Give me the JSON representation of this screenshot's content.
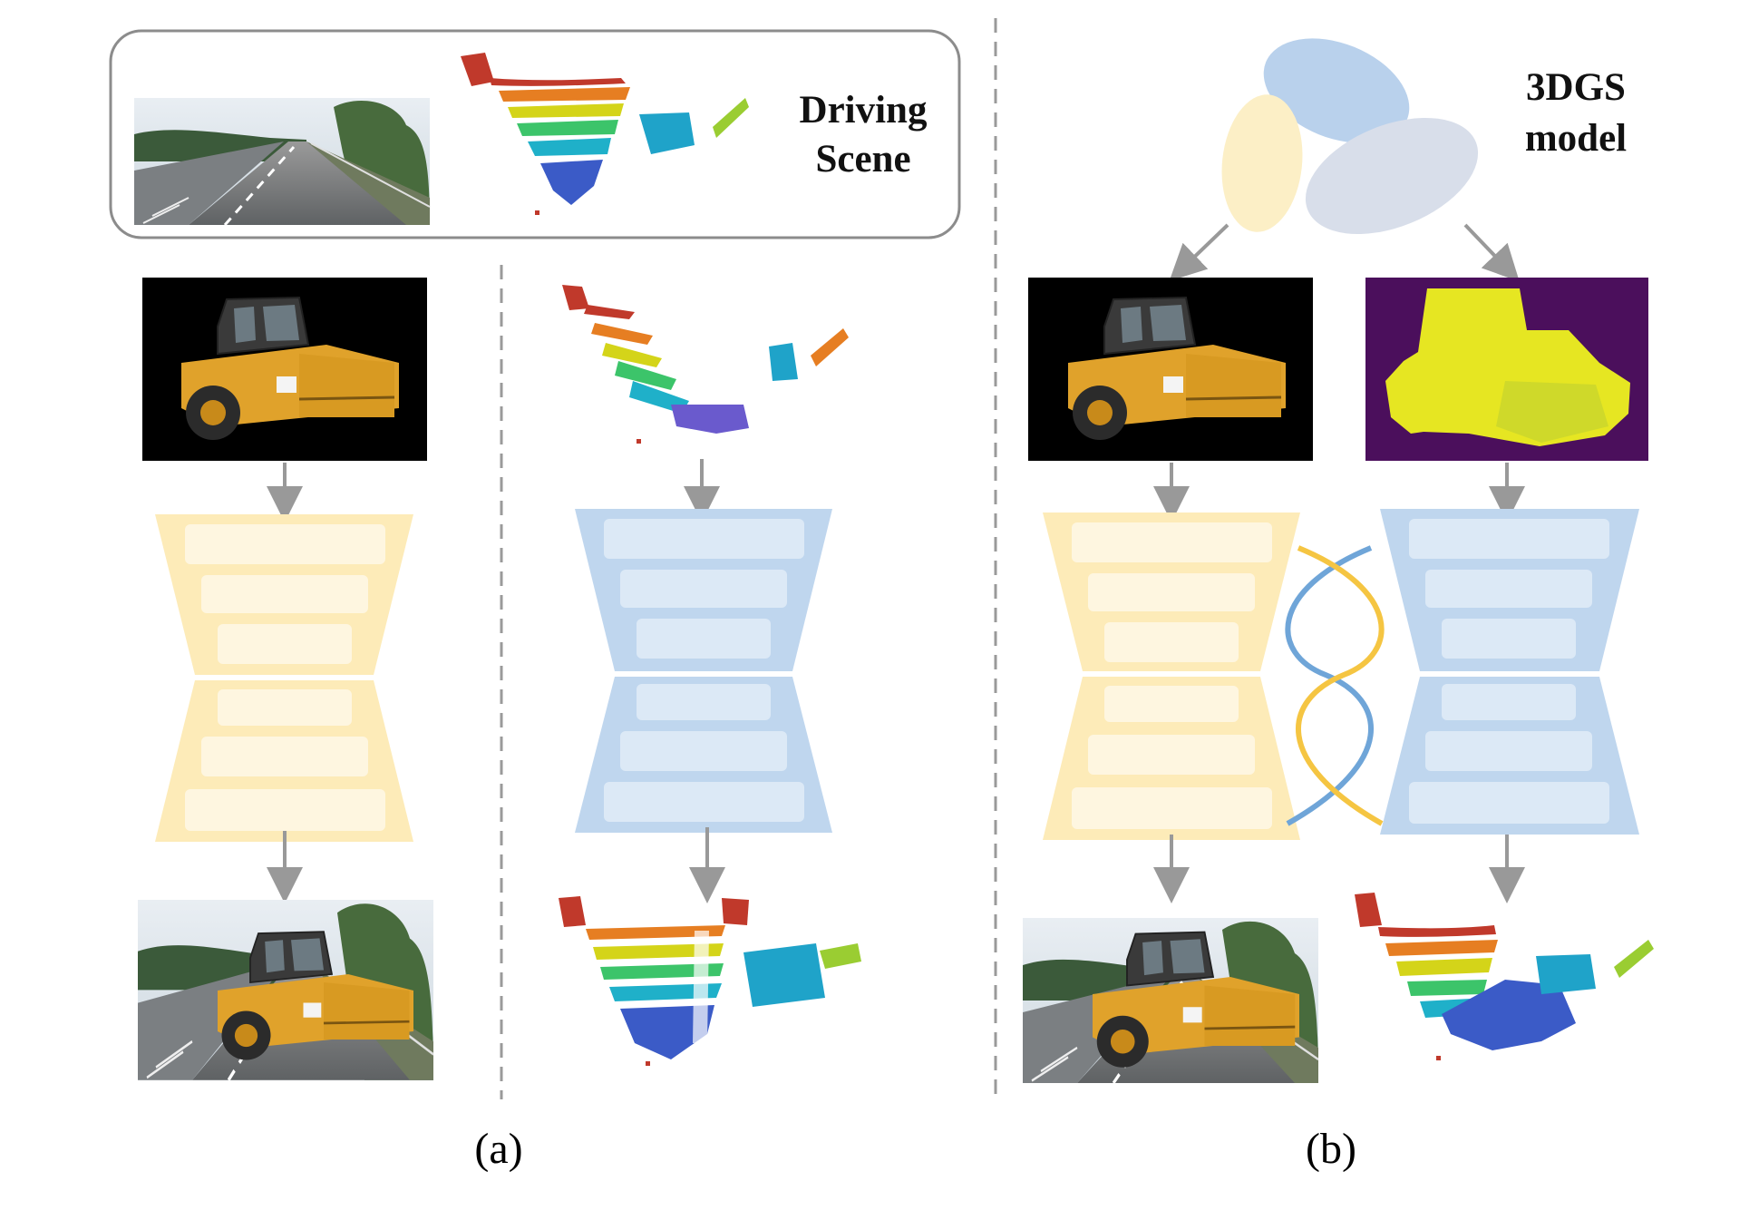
{
  "driving_scene_label_line1": "Driving",
  "driving_scene_label_line2": "Scene",
  "model_label_line1": "3DGS",
  "model_label_line2": "model",
  "panel_a_caption": "(a)",
  "panel_b_caption": "(b)",
  "colors": {
    "yellow_block": "#FDEBB8",
    "yellow_inner": "#FEF6E0",
    "blue_block": "#BFD6EE",
    "blue_inner": "#DCE9F6",
    "arrow": "#999999",
    "dashed": "#9a9a9a",
    "twist_yellow": "#F5C542",
    "twist_blue": "#6FA5D8",
    "depth_purple": "#4B0F5C",
    "depth_yellow": "#E6E622",
    "ellipse_blue": "#B9D1EC",
    "ellipse_yellow": "#FCEFC6",
    "ellipse_gray": "#D8DEEA"
  },
  "icons": [
    "arrow-down-icon",
    "dna-twist-icon",
    "lidar-pointcloud-icon",
    "roller-image-icon",
    "road-image-icon",
    "depth-map-icon",
    "gaussian-ellipse-icon"
  ]
}
